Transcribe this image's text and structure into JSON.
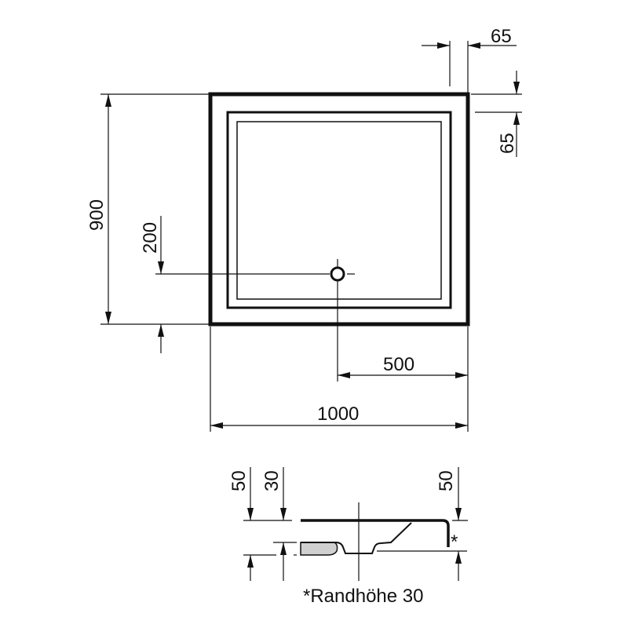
{
  "plan_view": {
    "dimensions": {
      "rim_width_top": "65",
      "rim_width_side": "65",
      "depth": "900",
      "drain_offset_y": "200",
      "drain_offset_x": "500",
      "width": "1000"
    }
  },
  "section_view": {
    "dimensions": {
      "left_height_outer": "50",
      "left_height_inner": "30",
      "right_height": "50"
    },
    "asterisk": "*",
    "note": "*Randhöhe 30"
  },
  "colors": {
    "line": "#111111",
    "fill": "#d0d0d0"
  }
}
